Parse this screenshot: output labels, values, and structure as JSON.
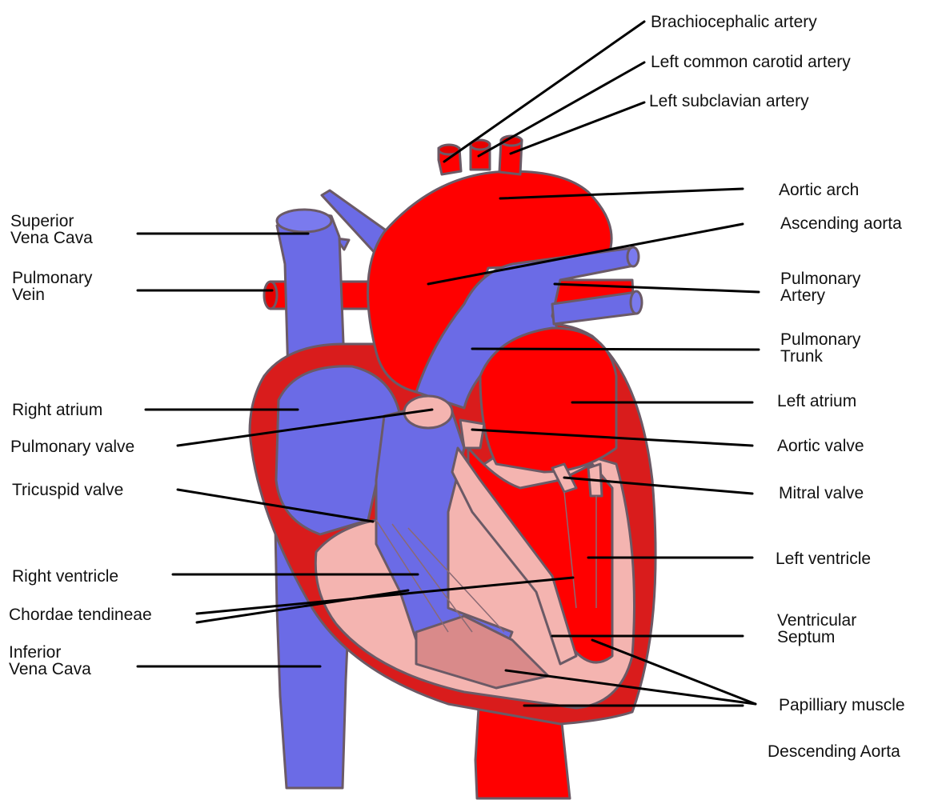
{
  "colors": {
    "oxygenated": "#ff0000",
    "deoxygenated": "#6b6be6",
    "muscle": "#f4b4b0",
    "papillary": "#d98a8a",
    "wall": "#d91c1c",
    "outline": "#6b5a66"
  },
  "labels": {
    "brachiocephalic": "Brachiocephalic artery",
    "left_common_carotid": "Left common carotid artery",
    "left_subclavian": "Left subclavian artery",
    "aortic_arch": "Aortic arch",
    "ascending_aorta": "Ascending aorta",
    "svc": [
      "Superior",
      "Vena Cava"
    ],
    "pulmonary_vein": [
      "Pulmonary",
      "Vein"
    ],
    "pulmonary_artery": [
      "Pulmonary",
      "Artery"
    ],
    "pulmonary_trunk": [
      "Pulmonary",
      "Trunk"
    ],
    "right_atrium": "Right atrium",
    "left_atrium": "Left atrium",
    "pulmonary_valve": "Pulmonary valve",
    "aortic_valve": "Aortic valve",
    "tricuspid_valve": "Tricuspid valve",
    "mitral_valve": "Mitral valve",
    "left_ventricle": "Left ventricle",
    "right_ventricle": "Right ventricle",
    "chordae": "Chordae tendineae",
    "ventricular_septum": [
      "Ventricular",
      "Septum"
    ],
    "ivc": [
      "Inferior",
      "Vena Cava"
    ],
    "papillary": "Papilliary muscle",
    "descending_aorta": "Descending Aorta"
  }
}
